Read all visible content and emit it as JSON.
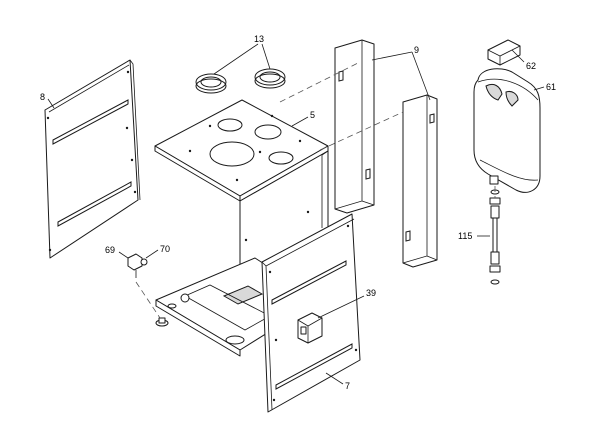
{
  "callouts": {
    "c13": "13",
    "c9": "9",
    "c62": "62",
    "c8": "8",
    "c5": "5",
    "c61": "61",
    "c69": "69",
    "c70": "70",
    "c115": "115",
    "c39": "39",
    "c7": "7"
  }
}
